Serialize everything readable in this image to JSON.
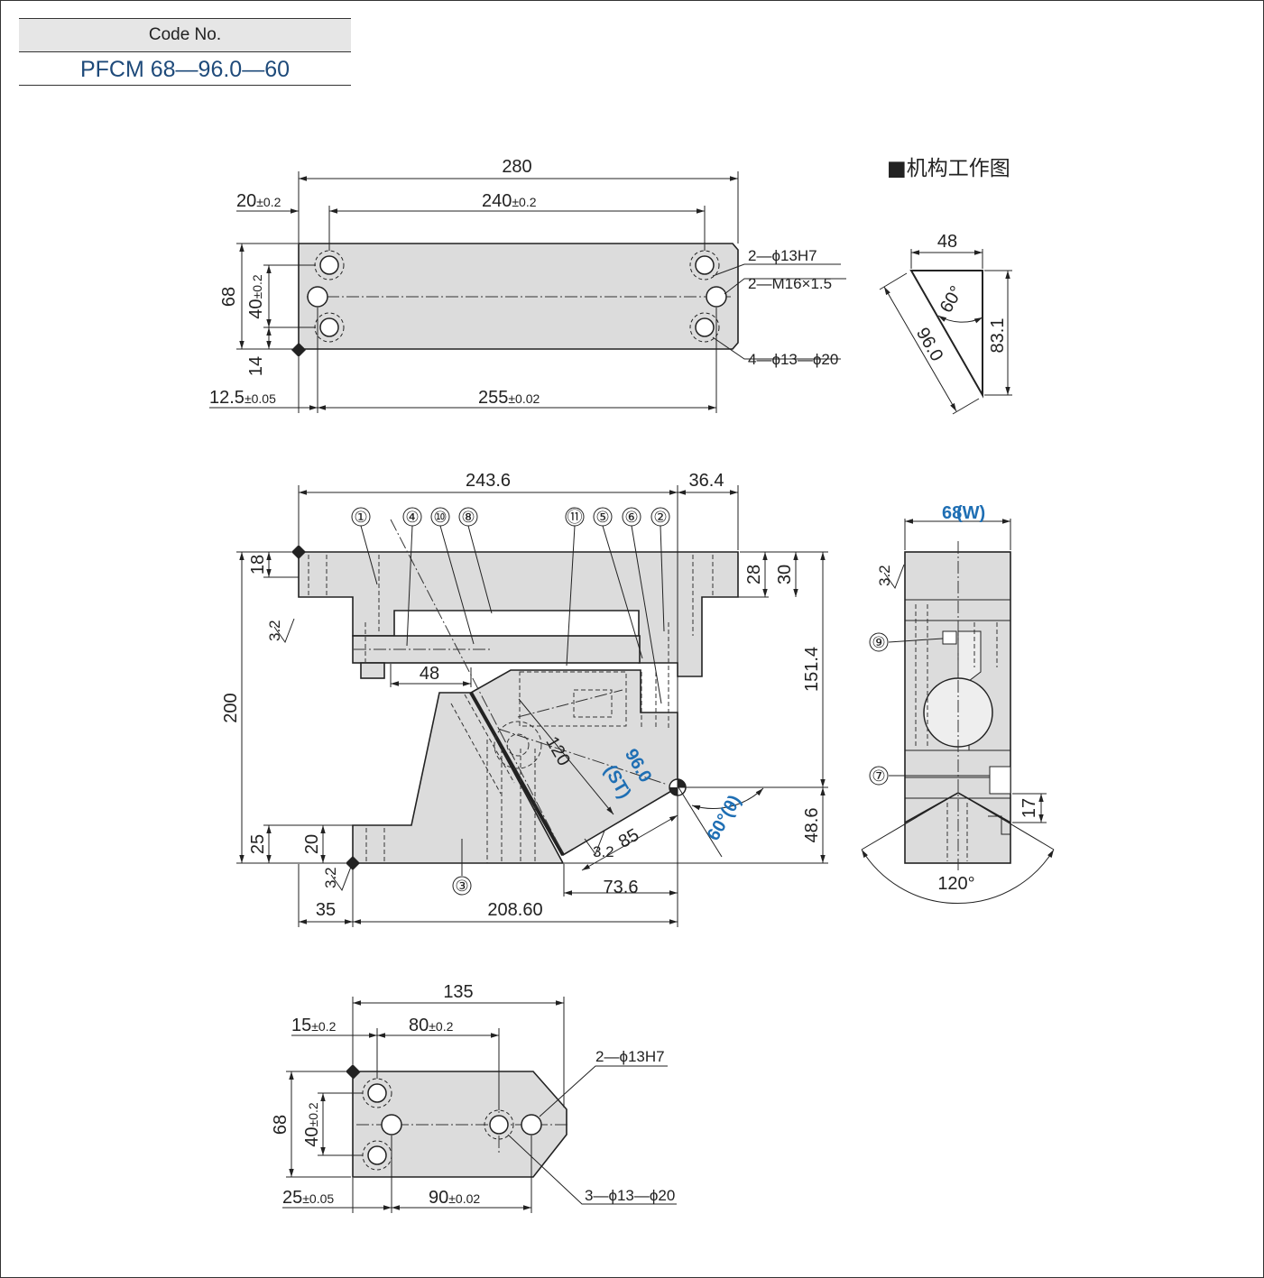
{
  "code_box": {
    "header": "Code No.",
    "value": "PFCM 68—96.0—60"
  },
  "top_view": {
    "dims": {
      "overall_length": "280",
      "edge_offset": "20",
      "edge_offset_tol": "±0.2",
      "hole_pitch": "240",
      "hole_pitch_tol": "±0.2",
      "height": "68",
      "hole_spacing_v": "40",
      "hole_spacing_v_tol": "±0.2",
      "bottom_offset": "14",
      "left_pin_offset": "12.5",
      "left_pin_offset_tol": "±0.05",
      "pin_pitch": "255",
      "pin_pitch_tol": "±0.02"
    },
    "notes": {
      "pin_holes": "2—ϕ13H7",
      "threads": "2—M16×1.5",
      "cbore": "4—ϕ13—ϕ20"
    }
  },
  "mechanism": {
    "title": "■机构工作图",
    "width": "48",
    "stroke": "96.0",
    "height": "83.1",
    "angle": "60°"
  },
  "front_view": {
    "dims": {
      "upper_len": "243.6",
      "upper_overhang": "36.4",
      "d18": "18",
      "d28": "28",
      "d30": "30",
      "d48_slot": "48",
      "total_height": "200",
      "d151": "151.4",
      "d48_6": "48.6",
      "d25": "25",
      "d20": "20",
      "d35": "35",
      "base_len": "208.60",
      "d73": "73.6",
      "d120": "120",
      "d85": "85",
      "stroke": "96.0",
      "stroke_label": "(ST)",
      "angle": "60°(θ)",
      "roughness": "3.2"
    },
    "balloons": [
      "①",
      "④",
      "⑩",
      "⑧",
      "⑪",
      "⑤",
      "⑥",
      "②",
      "③"
    ]
  },
  "side_view": {
    "width_value": "68",
    "width_label": "(W)",
    "d17": "17",
    "angle": "120°",
    "roughness": "3.2",
    "balloons": [
      "⑨",
      "⑦"
    ]
  },
  "bottom_view": {
    "dims": {
      "overall": "135",
      "edge": "15",
      "edge_tol": "±0.2",
      "pitch": "80",
      "pitch_tol": "±0.2",
      "height": "68",
      "vspace": "40",
      "vspace_tol": "±0.2",
      "pin_offset": "25",
      "pin_offset_tol": "±0.05",
      "pin_pitch": "90",
      "pin_pitch_tol": "±0.02"
    },
    "notes": {
      "pin_holes": "2—ϕ13H7",
      "cbore": "3—ϕ13—ϕ20"
    }
  }
}
